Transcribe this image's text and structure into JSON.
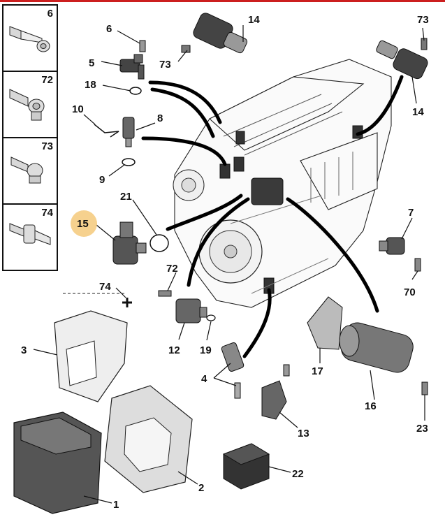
{
  "colors": {
    "topbar": "#cc1f1f",
    "highlight": "#f4c97a",
    "ink": "#111111"
  },
  "screw_panel": [
    "6",
    "72",
    "73",
    "74"
  ],
  "callouts": {
    "c1": "1",
    "c2": "2",
    "c3": "3",
    "c4": "4",
    "c5": "5",
    "c6": "6",
    "c7": "7",
    "c8": "8",
    "c9": "9",
    "c10": "10",
    "c12": "12",
    "c13": "13",
    "c14a": "14",
    "c14b": "14",
    "c15": "15",
    "c16": "16",
    "c17": "17",
    "c18": "18",
    "c19": "19",
    "c21": "21",
    "c22": "22",
    "c23": "23",
    "c70": "70",
    "c72": "72",
    "c73a": "73",
    "c73b": "73",
    "c74": "74"
  },
  "highlighted_callout": "15"
}
